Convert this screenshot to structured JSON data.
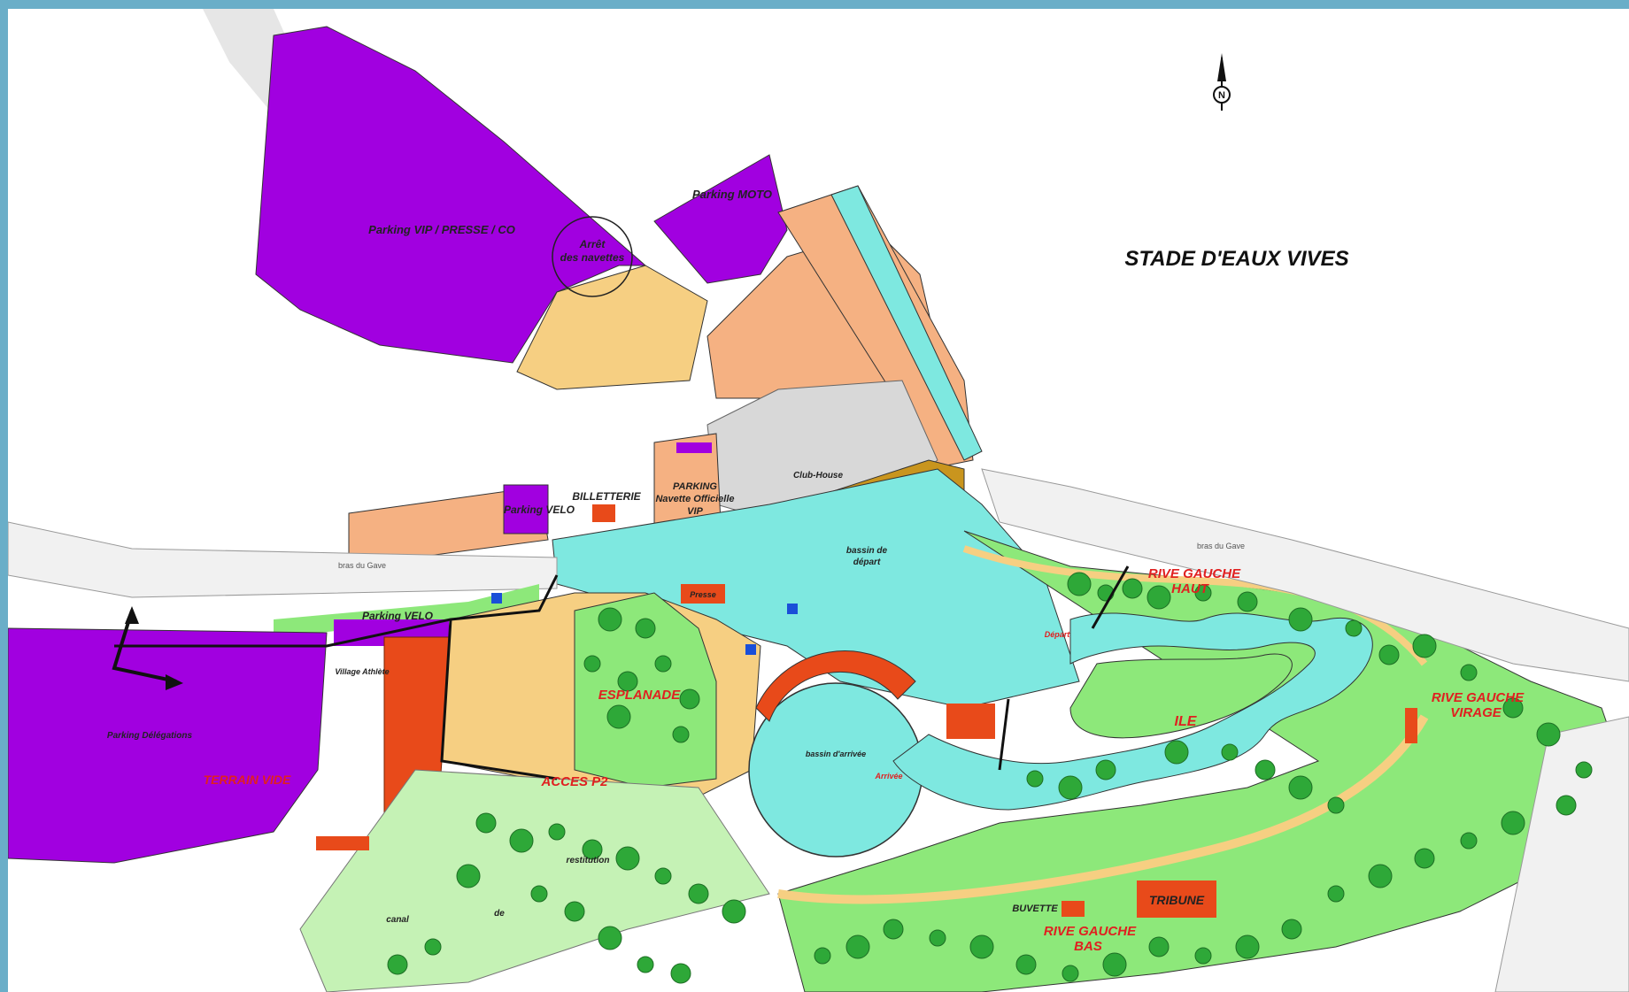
{
  "colors": {
    "frame": "#6aaec8",
    "parking": "#a100e0",
    "grass": "#8de87a",
    "lightgrass": "#c5f2b5",
    "water": "#7ee8e0",
    "path": "#f6cf82",
    "salmon": "#f5b182",
    "tree": "#2ea838",
    "building": "#e84a1a",
    "plaza": "#d8d8d8",
    "deck": "#c9951e",
    "label_red": "#e02020"
  },
  "map": {
    "title": "STADE D'EAUX VIVES",
    "compass": "N",
    "zones": {
      "parking_vip": "Parking VIP / PRESSE / CO",
      "arret_line1": "Arrêt",
      "arret_line2": "des navettes",
      "parking_moto": "Parking MOTO",
      "parking_velo_top": "Parking VELO",
      "billetterie": "BILLETTERIE",
      "parking_navette_1": "PARKING",
      "parking_navette_2": "Navette Officielle",
      "parking_navette_3": "VIP",
      "club_house": "Club-House",
      "bassin_depart_1": "bassin de",
      "bassin_depart_2": "départ",
      "parking_velo_bottom": "Parking VELO",
      "village_athlete": "Village Athlète",
      "parking_delegations": "Parking Délégations",
      "terrain_vide": "TERRAIN VIDE",
      "esplanade": "ESPLANADE",
      "acces_p2": "ACCES P2",
      "bassin_arrivee": "bassin d'arrivée",
      "arrivee": "Arrivée",
      "depart": "Départ",
      "rive_gauche_haut_1": "RIVE GAUCHE",
      "rive_gauche_haut_2": "HAUT",
      "ile": "ILE",
      "rive_gauche_virage_1": "RIVE GAUCHE",
      "rive_gauche_virage_2": "VIRAGE",
      "buvette": "BUVETTE",
      "tribune": "TRIBUNE",
      "rive_gauche_bas_1": "RIVE GAUCHE",
      "rive_gauche_bas_2": "BAS",
      "presse": "Presse",
      "canal": "canal",
      "de": "de",
      "restitution": "restitution",
      "bras_du_gave_left": "bras du Gave",
      "bras_du_gave_right": "bras du Gave"
    }
  }
}
